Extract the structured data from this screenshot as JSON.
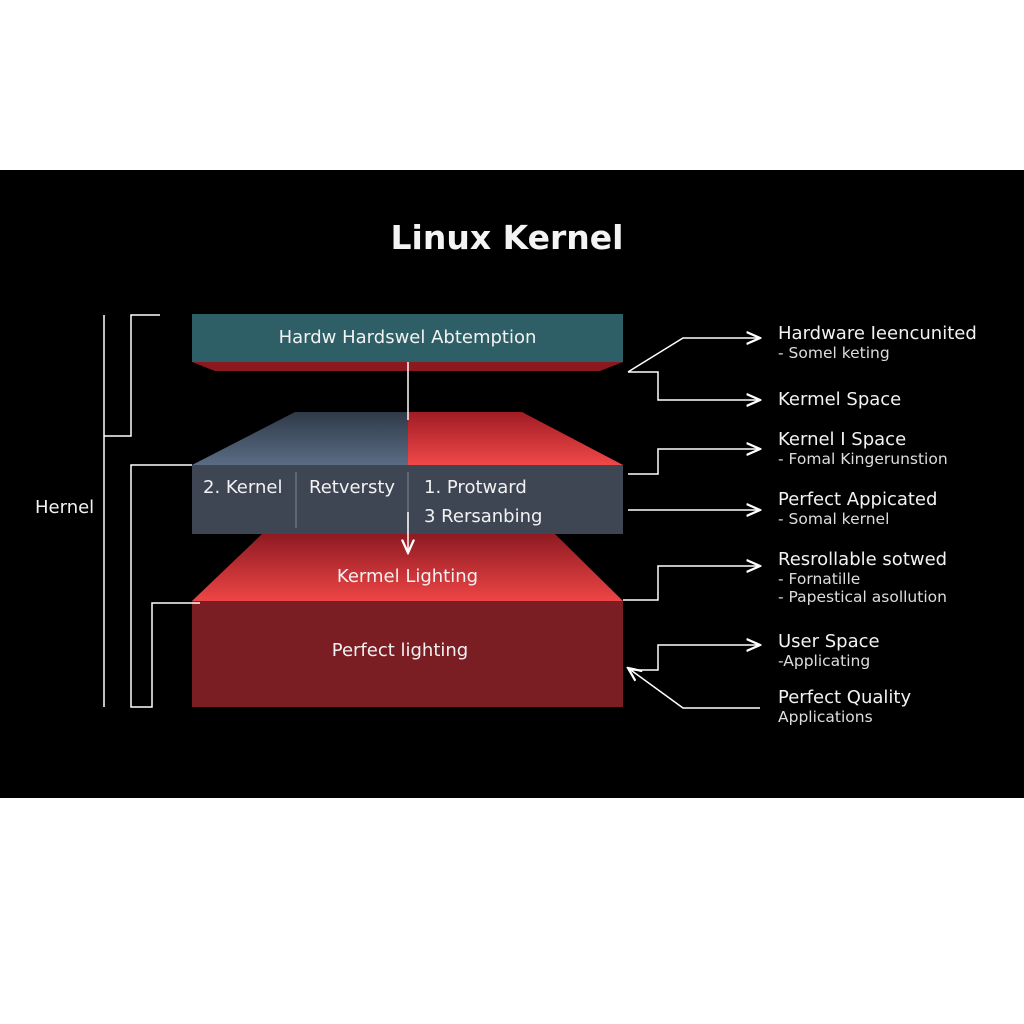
{
  "title": "Linux Kernel",
  "left_label": "Hernel",
  "layers": {
    "top": "Hardw Hardswel Abtemption",
    "middle": {
      "col1": "2. Kernel",
      "col2": "Retversty",
      "col3_line1": "1. Protward",
      "col3_line2": "3 Rersanbing"
    },
    "red_top": "Kermel Lighting",
    "bottom": "Perfect lighting"
  },
  "annotations": [
    {
      "title": "Hardware Ieencunited",
      "subs": [
        "- Somel keting"
      ]
    },
    {
      "title": "Kermel Space",
      "subs": []
    },
    {
      "title": "Kernel I Space",
      "subs": [
        "- Fomal Kingerunstion"
      ]
    },
    {
      "title": "Perfect Appicated",
      "subs": [
        "- Somal kernel"
      ]
    },
    {
      "title": "Resrollable sotwed",
      "subs": [
        "- Fornatille",
        "- Papestical asollution"
      ]
    },
    {
      "title": "User Space",
      "subs": [
        "-Applicating"
      ]
    },
    {
      "title": "Perfect Quality",
      "subs": [
        "Applications"
      ]
    }
  ],
  "colors": {
    "teal": "#2f5f66",
    "slate": "#3e4654",
    "red": "#d83a3a",
    "dark_red": "#7a1e24"
  }
}
